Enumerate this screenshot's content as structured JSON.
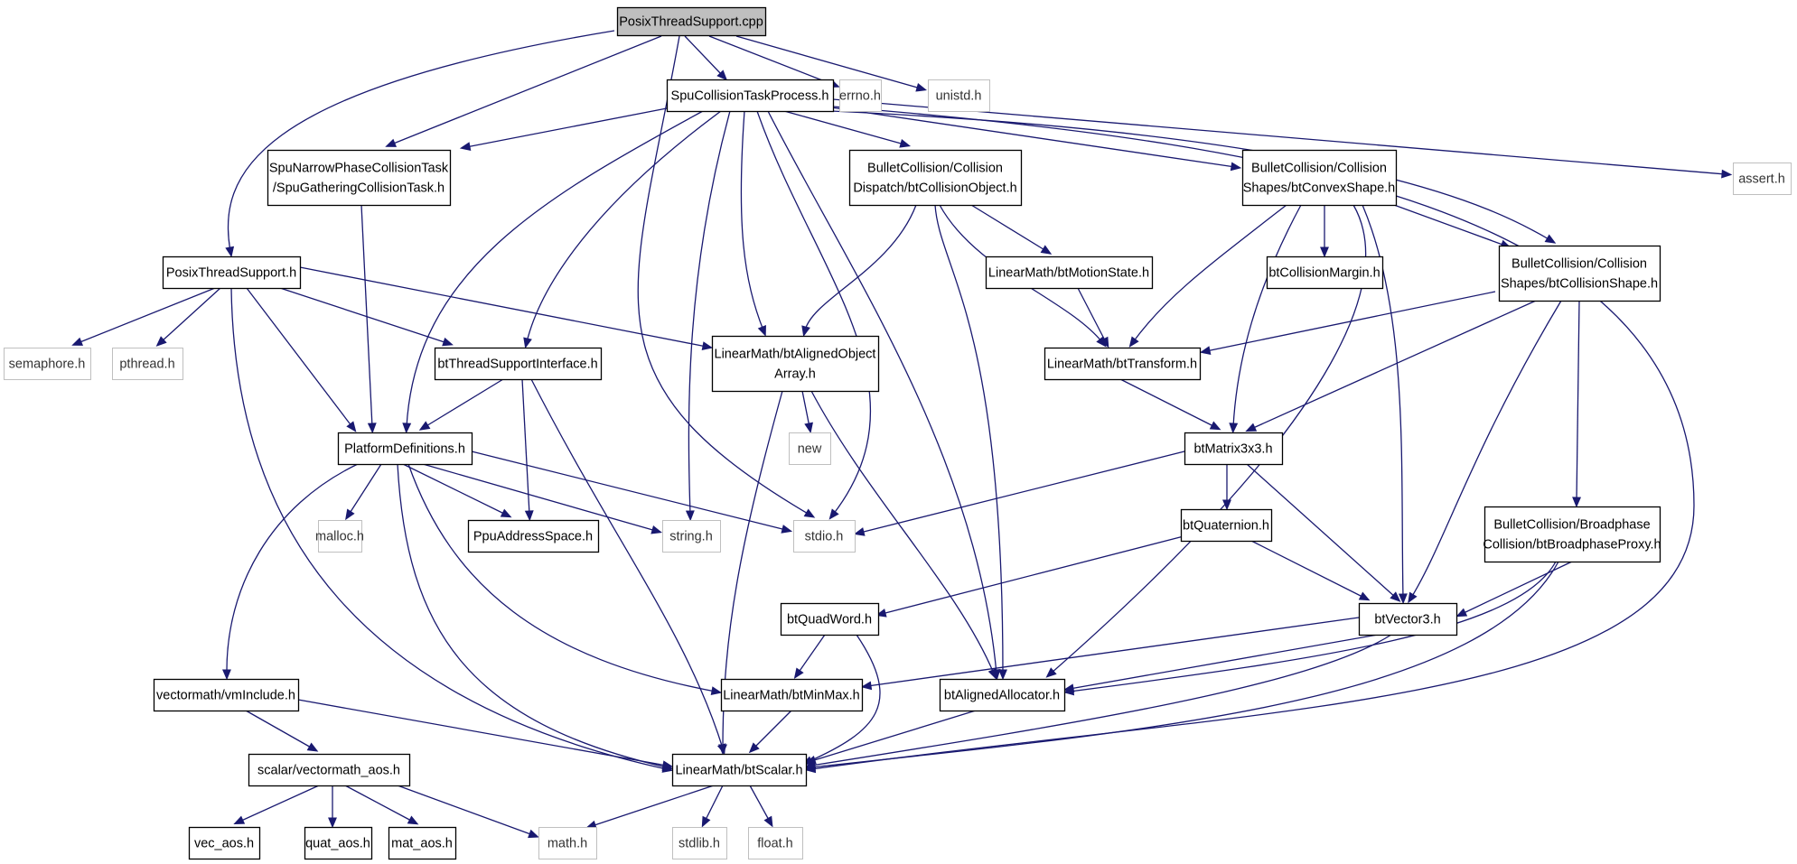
{
  "diagram": {
    "type": "include-dependency-graph",
    "colors": {
      "edge": "#191970",
      "node_border": "#000000",
      "muted_border": "#bfbfbf",
      "root_fill": "#bfbfbf",
      "node_fill": "#ffffff"
    },
    "nodes": [
      {
        "id": "root",
        "lines": [
          "PosixThreadSupport.cpp"
        ],
        "style": "root"
      },
      {
        "id": "spuproc",
        "lines": [
          "SpuCollisionTaskProcess.h"
        ],
        "style": "normal"
      },
      {
        "id": "errno",
        "lines": [
          "errno.h"
        ],
        "style": "muted"
      },
      {
        "id": "unistd",
        "lines": [
          "unistd.h"
        ],
        "style": "muted"
      },
      {
        "id": "spunarrow",
        "lines": [
          "SpuNarrowPhaseCollisionTask",
          "/SpuGatheringCollisionTask.h"
        ],
        "style": "normal"
      },
      {
        "id": "colobj",
        "lines": [
          "BulletCollision/Collision",
          "Dispatch/btCollisionObject.h"
        ],
        "style": "normal"
      },
      {
        "id": "convex",
        "lines": [
          "BulletCollision/Collision",
          "Shapes/btConvexShape.h"
        ],
        "style": "normal"
      },
      {
        "id": "assert",
        "lines": [
          "assert.h"
        ],
        "style": "muted"
      },
      {
        "id": "posixh",
        "lines": [
          "PosixThreadSupport.h"
        ],
        "style": "normal"
      },
      {
        "id": "motion",
        "lines": [
          "LinearMath/btMotionState.h"
        ],
        "style": "normal"
      },
      {
        "id": "colmargin",
        "lines": [
          "btCollisionMargin.h"
        ],
        "style": "normal"
      },
      {
        "id": "colshape",
        "lines": [
          "BulletCollision/Collision",
          "Shapes/btCollisionShape.h"
        ],
        "style": "normal"
      },
      {
        "id": "semaphore",
        "lines": [
          "semaphore.h"
        ],
        "style": "muted"
      },
      {
        "id": "pthread",
        "lines": [
          "pthread.h"
        ],
        "style": "muted"
      },
      {
        "id": "threadif",
        "lines": [
          "btThreadSupportInterface.h"
        ],
        "style": "normal"
      },
      {
        "id": "alignedarr",
        "lines": [
          "LinearMath/btAlignedObject",
          "Array.h"
        ],
        "style": "normal"
      },
      {
        "id": "transform",
        "lines": [
          "LinearMath/btTransform.h"
        ],
        "style": "normal"
      },
      {
        "id": "platdef",
        "lines": [
          "PlatformDefinitions.h"
        ],
        "style": "normal"
      },
      {
        "id": "new",
        "lines": [
          "new"
        ],
        "style": "muted"
      },
      {
        "id": "matrix",
        "lines": [
          "btMatrix3x3.h"
        ],
        "style": "normal"
      },
      {
        "id": "malloc",
        "lines": [
          "malloc.h"
        ],
        "style": "muted"
      },
      {
        "id": "ppuaddr",
        "lines": [
          "PpuAddressSpace.h"
        ],
        "style": "normal"
      },
      {
        "id": "string",
        "lines": [
          "string.h"
        ],
        "style": "muted"
      },
      {
        "id": "stdio",
        "lines": [
          "stdio.h"
        ],
        "style": "muted"
      },
      {
        "id": "quat",
        "lines": [
          "btQuaternion.h"
        ],
        "style": "normal"
      },
      {
        "id": "bproxy",
        "lines": [
          "BulletCollision/Broadphase",
          "Collision/btBroadphaseProxy.h"
        ],
        "style": "normal"
      },
      {
        "id": "quadword",
        "lines": [
          "btQuadWord.h"
        ],
        "style": "normal"
      },
      {
        "id": "vector3",
        "lines": [
          "btVector3.h"
        ],
        "style": "normal"
      },
      {
        "id": "vminclude",
        "lines": [
          "vectormath/vmInclude.h"
        ],
        "style": "normal"
      },
      {
        "id": "minmax",
        "lines": [
          "LinearMath/btMinMax.h"
        ],
        "style": "normal"
      },
      {
        "id": "alignalloc",
        "lines": [
          "btAlignedAllocator.h"
        ],
        "style": "normal"
      },
      {
        "id": "scalaraos",
        "lines": [
          "scalar/vectormath_aos.h"
        ],
        "style": "normal"
      },
      {
        "id": "btscalar",
        "lines": [
          "LinearMath/btScalar.h"
        ],
        "style": "normal"
      },
      {
        "id": "vecaos",
        "lines": [
          "vec_aos.h"
        ],
        "style": "normal"
      },
      {
        "id": "quataos",
        "lines": [
          "quat_aos.h"
        ],
        "style": "normal"
      },
      {
        "id": "mataos",
        "lines": [
          "mat_aos.h"
        ],
        "style": "normal"
      },
      {
        "id": "math",
        "lines": [
          "math.h"
        ],
        "style": "muted"
      },
      {
        "id": "stdlib",
        "lines": [
          "stdlib.h"
        ],
        "style": "muted"
      },
      {
        "id": "float",
        "lines": [
          "float.h"
        ],
        "style": "muted"
      }
    ],
    "edges": [
      [
        "root",
        "spuproc"
      ],
      [
        "root",
        "errno"
      ],
      [
        "root",
        "unistd"
      ],
      [
        "root",
        "spunarrow"
      ],
      [
        "root",
        "posixh"
      ],
      [
        "root",
        "stdio"
      ],
      [
        "spuproc",
        "spunarrow"
      ],
      [
        "spuproc",
        "colobj"
      ],
      [
        "spuproc",
        "convex"
      ],
      [
        "spuproc",
        "assert"
      ],
      [
        "spuproc",
        "colshape"
      ],
      [
        "spuproc",
        "platdef"
      ],
      [
        "spuproc",
        "threadif"
      ],
      [
        "spuproc",
        "alignedarr"
      ],
      [
        "spuproc",
        "string"
      ],
      [
        "spuproc",
        "stdio"
      ],
      [
        "spuproc",
        "alignalloc"
      ],
      [
        "spuproc",
        "btscalar"
      ],
      [
        "spunarrow",
        "platdef"
      ],
      [
        "colobj",
        "motion"
      ],
      [
        "colobj",
        "alignedarr"
      ],
      [
        "colobj",
        "transform"
      ],
      [
        "colobj",
        "alignalloc"
      ],
      [
        "convex",
        "colmargin"
      ],
      [
        "convex",
        "colshape"
      ],
      [
        "convex",
        "transform"
      ],
      [
        "convex",
        "matrix"
      ],
      [
        "convex",
        "vector3"
      ],
      [
        "convex",
        "alignalloc"
      ],
      [
        "posixh",
        "semaphore"
      ],
      [
        "posixh",
        "pthread"
      ],
      [
        "posixh",
        "threadif"
      ],
      [
        "posixh",
        "alignedarr"
      ],
      [
        "posixh",
        "platdef"
      ],
      [
        "posixh",
        "btscalar"
      ],
      [
        "motion",
        "transform"
      ],
      [
        "colshape",
        "transform"
      ],
      [
        "colshape",
        "matrix"
      ],
      [
        "colshape",
        "bproxy"
      ],
      [
        "colshape",
        "vector3"
      ],
      [
        "threadif",
        "platdef"
      ],
      [
        "threadif",
        "ppuaddr"
      ],
      [
        "threadif",
        "btscalar"
      ],
      [
        "alignedarr",
        "new"
      ],
      [
        "alignedarr",
        "alignalloc"
      ],
      [
        "alignedarr",
        "btscalar"
      ],
      [
        "transform",
        "matrix"
      ],
      [
        "platdef",
        "malloc"
      ],
      [
        "platdef",
        "ppuaddr"
      ],
      [
        "platdef",
        "string"
      ],
      [
        "platdef",
        "stdio"
      ],
      [
        "platdef",
        "vminclude"
      ],
      [
        "platdef",
        "minmax"
      ],
      [
        "platdef",
        "btscalar"
      ],
      [
        "matrix",
        "stdio"
      ],
      [
        "matrix",
        "quat"
      ],
      [
        "matrix",
        "vector3"
      ],
      [
        "quat",
        "quadword"
      ],
      [
        "quat",
        "vector3"
      ],
      [
        "bproxy",
        "vector3"
      ],
      [
        "bproxy",
        "alignalloc"
      ],
      [
        "bproxy",
        "btscalar"
      ],
      [
        "quadword",
        "minmax"
      ],
      [
        "quadword",
        "btscalar"
      ],
      [
        "vector3",
        "minmax"
      ],
      [
        "vector3",
        "alignalloc"
      ],
      [
        "vector3",
        "btscalar"
      ],
      [
        "vminclude",
        "scalaraos"
      ],
      [
        "vminclude",
        "btscalar"
      ],
      [
        "minmax",
        "btscalar"
      ],
      [
        "alignalloc",
        "btscalar"
      ],
      [
        "scalaraos",
        "vecaos"
      ],
      [
        "scalaraos",
        "quataos"
      ],
      [
        "scalaraos",
        "mataos"
      ],
      [
        "scalaraos",
        "math"
      ],
      [
        "btscalar",
        "math"
      ],
      [
        "btscalar",
        "stdlib"
      ],
      [
        "btscalar",
        "float"
      ]
    ]
  }
}
